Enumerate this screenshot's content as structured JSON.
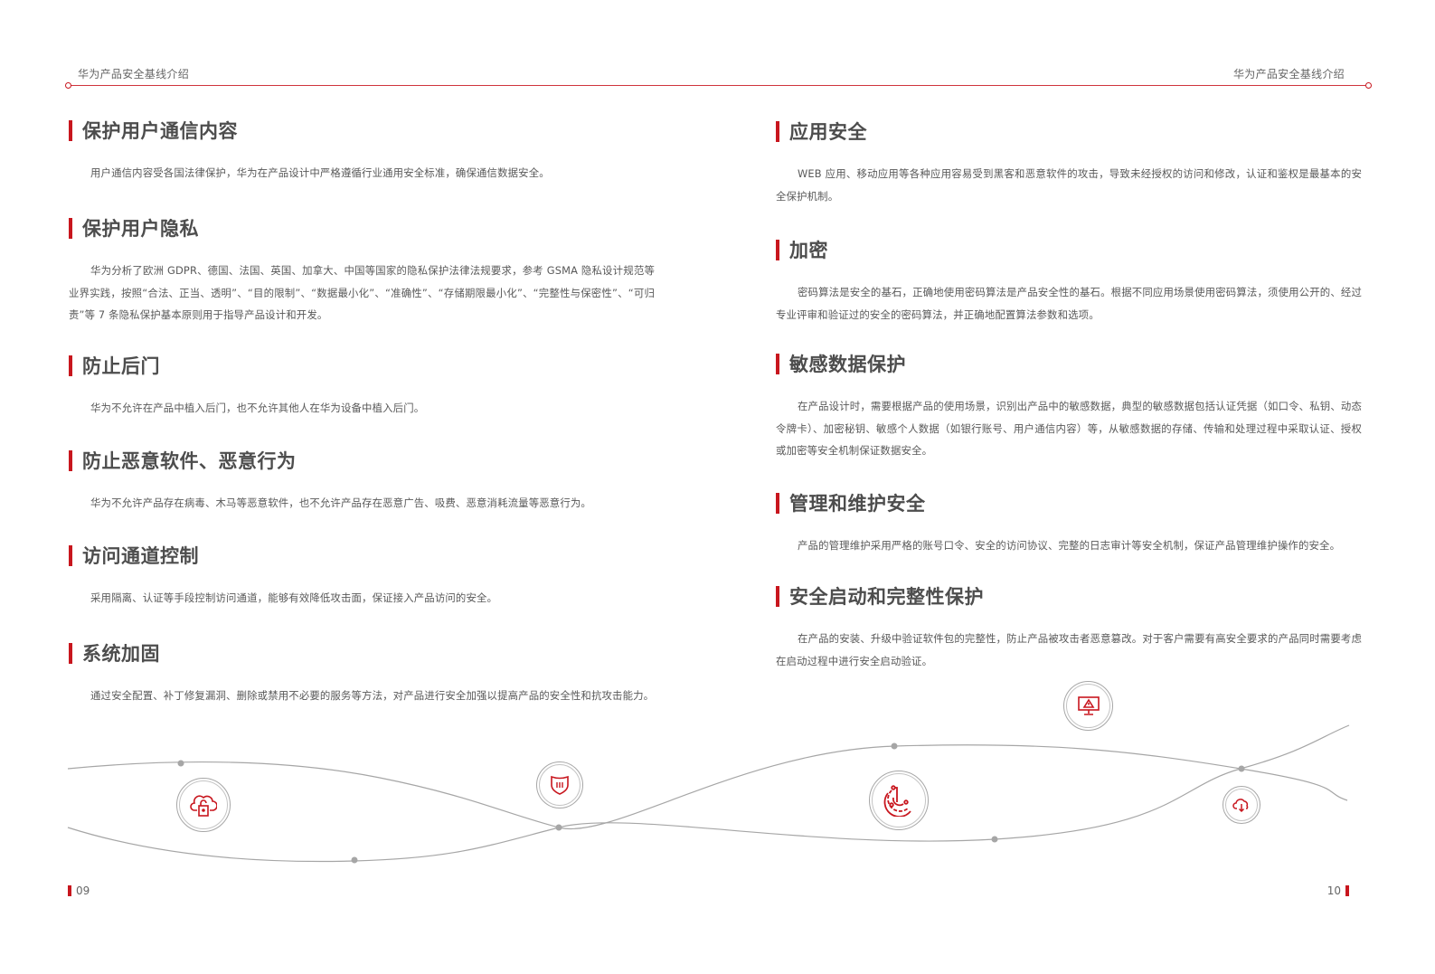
{
  "header": {
    "left_title": "华为产品安全基线介绍",
    "right_title": "华为产品安全基线介绍",
    "accent_color": "#c8161e"
  },
  "left_page": {
    "page_number": "09",
    "sections": [
      {
        "title": "保护用户通信内容",
        "body": "用户通信内容受各国法律保护，华为在产品设计中严格遵循行业通用安全标准，确保通信数据安全。"
      },
      {
        "title": "保护用户隐私",
        "body": "华为分析了欧洲 GDPR、德国、法国、英国、加拿大、中国等国家的隐私保护法律法规要求，参考 GSMA 隐私设计规范等业界实践，按照“合法、正当、透明”、“目的限制”、“数据最小化”、“准确性”、“存储期限最小化”、“完整性与保密性”、“可归责”等 7 条隐私保护基本原则用于指导产品设计和开发。"
      },
      {
        "title": "防止后门",
        "body": "华为不允许在产品中植入后门，也不允许其他人在华为设备中植入后门。"
      },
      {
        "title": "防止恶意软件、恶意行为",
        "body": "华为不允许产品存在病毒、木马等恶意软件，也不允许产品存在恶意广告、吸费、恶意消耗流量等恶意行为。"
      },
      {
        "title": "访问通道控制",
        "body": "采用隔离、认证等手段控制访问通道，能够有效降低攻击面，保证接入产品访问的安全。"
      },
      {
        "title": "系统加固",
        "body": "通过安全配置、补丁修复漏洞、删除或禁用不必要的服务等方法，对产品进行安全加强以提高产品的安全性和抗攻击能力。"
      }
    ]
  },
  "right_page": {
    "page_number": "10",
    "sections": [
      {
        "title": "应用安全",
        "body": "WEB 应用、移动应用等各种应用容易受到黑客和恶意软件的攻击，导致未经授权的访问和修改，认证和鉴权是最基本的安全保护机制。"
      },
      {
        "title": "加密",
        "body": "密码算法是安全的基石，正确地使用密码算法是产品安全性的基石。根据不同应用场景使用密码算法，须使用公开的、经过专业评审和验证过的安全的密码算法，并正确地配置算法参数和选项。"
      },
      {
        "title": "敏感数据保护",
        "body": "在产品设计时，需要根据产品的使用场景，识别出产品中的敏感数据，典型的敏感数据包括认证凭据（如口令、私钥、动态令牌卡）、加密秘钥、敏感个人数据（如银行账号、用户通信内容）等，从敏感数据的存储、传输和处理过程中采取认证、授权或加密等安全机制保证数据安全。"
      },
      {
        "title": "管理和维护安全",
        "body": "产品的管理维护采用严格的账号口令、安全的访问协议、完整的日志审计等安全机制，保证产品管理维护操作的安全。"
      },
      {
        "title": "安全启动和完整性保护",
        "body": "在产品的安装、升级中验证软件包的完整性，防止产品被攻击者恶意篡改。对于客户需要有高安全要求的产品同时需要考虑在启动过程中进行安全启动验证。"
      }
    ]
  },
  "decoration": {
    "icons": [
      {
        "name": "cloud-lock-icon"
      },
      {
        "name": "shield-icon"
      },
      {
        "name": "radar-icon"
      },
      {
        "name": "monitor-warning-icon"
      },
      {
        "name": "cloud-download-icon"
      }
    ],
    "line_color": "#a6a6a6",
    "icon_color": "#c8161e"
  }
}
